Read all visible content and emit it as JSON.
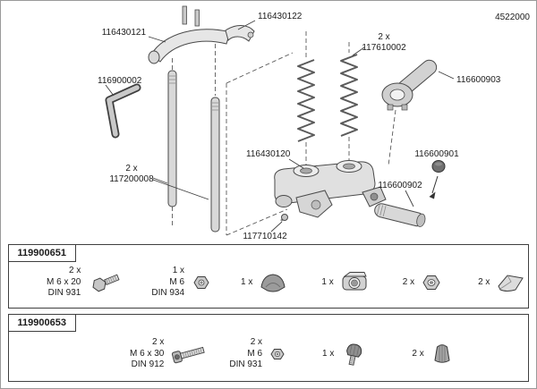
{
  "doc_number": "4522000",
  "diagram": {
    "yoke_left": "116430121",
    "yoke_right": "116430122",
    "allen_key": "116900002",
    "springs_qty": "2 x",
    "springs_part": "117610002",
    "lever_part": "116600903",
    "base_part": "116430120",
    "rods_qty": "2 x",
    "rods_part": "117200008",
    "screw_part": "117710142",
    "cap_part": "116600901",
    "roller_part": "116600902"
  },
  "kits": [
    {
      "id": "119900651",
      "items": [
        {
          "qty": "2 x",
          "spec": "M 6 x 20",
          "din": "DIN 931",
          "icon": "hex-bolt"
        },
        {
          "qty": "1 x",
          "spec": "M 6",
          "din": "DIN 934",
          "icon": "hex-nut"
        },
        {
          "qty": "1 x",
          "icon": "wing-knob"
        },
        {
          "qty": "1 x",
          "icon": "clamp-block"
        },
        {
          "qty": "2 x",
          "icon": "hex-nut-2"
        },
        {
          "qty": "2 x",
          "icon": "spring-clip"
        }
      ]
    },
    {
      "id": "119900653",
      "items": [
        {
          "qty": "2 x",
          "spec": "M 6 x 30",
          "din": "DIN 912",
          "icon": "socket-bolt"
        },
        {
          "qty": "2 x",
          "spec": "M 6",
          "din": "DIN 931",
          "icon": "hex-nut-small"
        },
        {
          "qty": "1 x",
          "icon": "thumb-screw"
        },
        {
          "qty": "2 x",
          "icon": "dome-knob"
        }
      ]
    }
  ]
}
